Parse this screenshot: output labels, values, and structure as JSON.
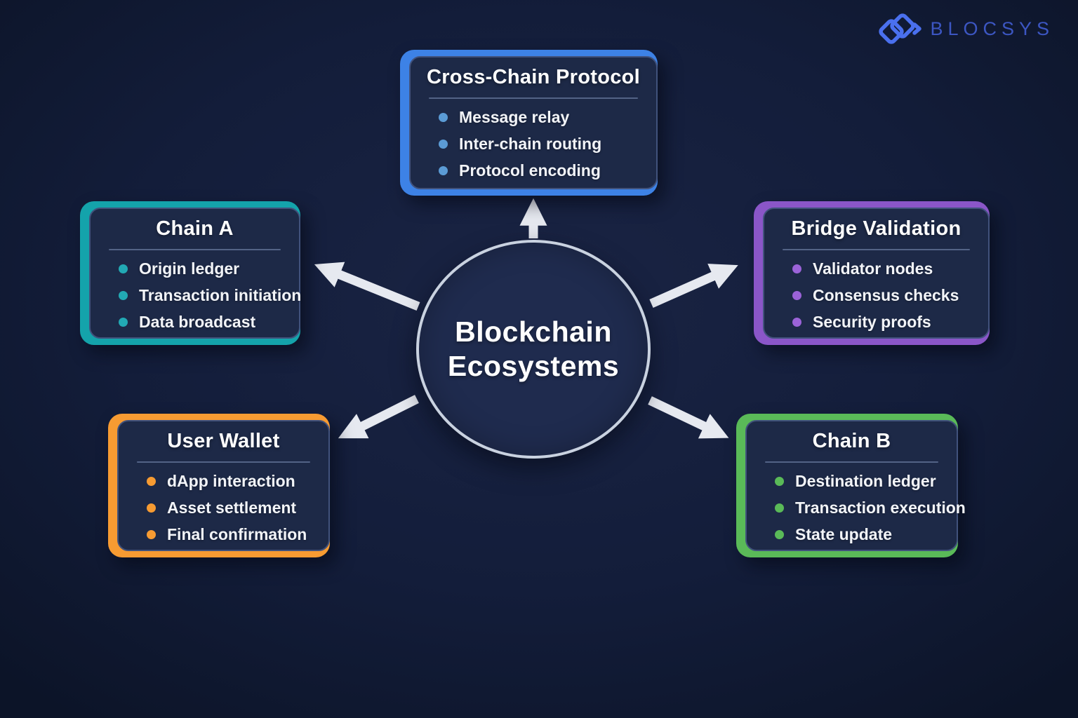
{
  "brand": {
    "name": "BLOCSYS",
    "icon": "interlocking-diamonds-icon",
    "icon_color": "#4a70ee",
    "text_color": "#3c56c2"
  },
  "center": {
    "line1": "Blockchain",
    "line2": "Ecosystems"
  },
  "colors": {
    "background": "#131d3a",
    "card": "#1d2947",
    "card_border": "#41527c",
    "circle_border": "#c9d2e0",
    "arrow": "#e6e9f0",
    "title_text": "#ffffff",
    "bullet_text": "#f2f4f8"
  },
  "nodes": [
    {
      "id": "cross-chain-protocol",
      "title": "Cross-Chain Protocol",
      "accent_color": "#3d82e6",
      "bullet_color": "#5b9bd5",
      "items": [
        "Message relay",
        "Inter-chain routing",
        "Protocol encoding"
      ]
    },
    {
      "id": "chain-a",
      "title": "Chain A",
      "accent_color": "#14a3ab",
      "bullet_color": "#22a9b4",
      "items": [
        "Origin ledger",
        "Transaction initiation",
        "Data broadcast"
      ]
    },
    {
      "id": "bridge-validation",
      "title": "Bridge Validation",
      "accent_color": "#8a56c8",
      "bullet_color": "#9b63d8",
      "items": [
        "Validator nodes",
        "Consensus checks",
        "Security proofs"
      ]
    },
    {
      "id": "user-wallet",
      "title": "User Wallet",
      "accent_color": "#f79b32",
      "bullet_color": "#f79b32",
      "items": [
        "dApp interaction",
        "Asset settlement",
        "Final confirmation"
      ]
    },
    {
      "id": "chain-b",
      "title": "Chain B",
      "accent_color": "#5aba58",
      "bullet_color": "#5aba58",
      "items": [
        "Destination ledger",
        "Transaction execution",
        "State update"
      ]
    }
  ]
}
